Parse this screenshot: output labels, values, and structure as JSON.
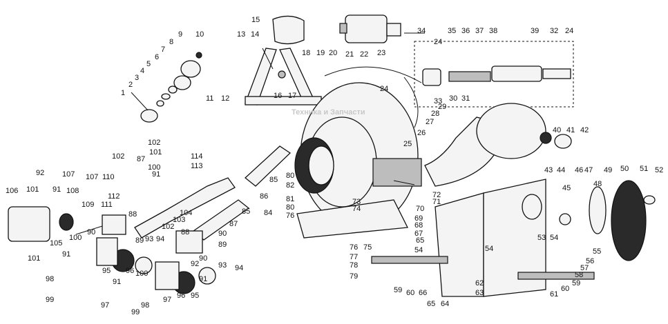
{
  "diagram": {
    "watermark": "Техника и Запчасти",
    "callouts": [
      {
        "id": "c1",
        "text": "1"
      },
      {
        "id": "c2",
        "text": "2"
      },
      {
        "id": "c3",
        "text": "3"
      },
      {
        "id": "c4",
        "text": "4"
      },
      {
        "id": "c5",
        "text": "5"
      },
      {
        "id": "c6",
        "text": "6"
      },
      {
        "id": "c7",
        "text": "7"
      },
      {
        "id": "c8",
        "text": "8"
      },
      {
        "id": "c9",
        "text": "9"
      },
      {
        "id": "c10",
        "text": "10"
      },
      {
        "id": "c11",
        "text": "11"
      },
      {
        "id": "c12",
        "text": "12"
      },
      {
        "id": "c13",
        "text": "13"
      },
      {
        "id": "c14",
        "text": "14"
      },
      {
        "id": "c15",
        "text": "15"
      },
      {
        "id": "c16",
        "text": "16"
      },
      {
        "id": "c17",
        "text": "17"
      },
      {
        "id": "c18",
        "text": "18"
      },
      {
        "id": "c19",
        "text": "19"
      },
      {
        "id": "c20",
        "text": "20"
      },
      {
        "id": "c21",
        "text": "21"
      },
      {
        "id": "c22",
        "text": "22"
      },
      {
        "id": "c23",
        "text": "23"
      },
      {
        "id": "c24a",
        "text": "24"
      },
      {
        "id": "c24b",
        "text": "24"
      },
      {
        "id": "c24c",
        "text": "24"
      },
      {
        "id": "c25",
        "text": "25"
      },
      {
        "id": "c26",
        "text": "26"
      },
      {
        "id": "c27",
        "text": "27"
      },
      {
        "id": "c28",
        "text": "28"
      },
      {
        "id": "c29",
        "text": "29"
      },
      {
        "id": "c30",
        "text": "30"
      },
      {
        "id": "c31",
        "text": "31"
      },
      {
        "id": "c32",
        "text": "32"
      },
      {
        "id": "c33",
        "text": "33"
      },
      {
        "id": "c34",
        "text": "34"
      },
      {
        "id": "c35",
        "text": "35"
      },
      {
        "id": "c36",
        "text": "36"
      },
      {
        "id": "c37",
        "text": "37"
      },
      {
        "id": "c38",
        "text": "38"
      },
      {
        "id": "c39",
        "text": "39"
      },
      {
        "id": "c40",
        "text": "40"
      },
      {
        "id": "c41",
        "text": "41"
      },
      {
        "id": "c42",
        "text": "42"
      },
      {
        "id": "c43",
        "text": "43"
      },
      {
        "id": "c44",
        "text": "44"
      },
      {
        "id": "c45",
        "text": "45"
      },
      {
        "id": "c46",
        "text": "46"
      },
      {
        "id": "c47",
        "text": "47"
      },
      {
        "id": "c48",
        "text": "48"
      },
      {
        "id": "c49",
        "text": "49"
      },
      {
        "id": "c50",
        "text": "50"
      },
      {
        "id": "c51",
        "text": "51"
      },
      {
        "id": "c52",
        "text": "52"
      },
      {
        "id": "c53",
        "text": "53"
      },
      {
        "id": "c54a",
        "text": "54"
      },
      {
        "id": "c54b",
        "text": "54"
      },
      {
        "id": "c54c",
        "text": "54"
      },
      {
        "id": "c55",
        "text": "55"
      },
      {
        "id": "c56",
        "text": "56"
      },
      {
        "id": "c57",
        "text": "57"
      },
      {
        "id": "c58",
        "text": "58"
      },
      {
        "id": "c59a",
        "text": "59"
      },
      {
        "id": "c59b",
        "text": "59"
      },
      {
        "id": "c60a",
        "text": "60"
      },
      {
        "id": "c60b",
        "text": "60"
      },
      {
        "id": "c61",
        "text": "61"
      },
      {
        "id": "c62",
        "text": "62"
      },
      {
        "id": "c63",
        "text": "63"
      },
      {
        "id": "c64",
        "text": "64"
      },
      {
        "id": "c65a",
        "text": "65"
      },
      {
        "id": "c65b",
        "text": "65"
      },
      {
        "id": "c66",
        "text": "66"
      },
      {
        "id": "c67",
        "text": "67"
      },
      {
        "id": "c68",
        "text": "68"
      },
      {
        "id": "c69",
        "text": "69"
      },
      {
        "id": "c70",
        "text": "70"
      },
      {
        "id": "c71",
        "text": "71"
      },
      {
        "id": "c72",
        "text": "72"
      },
      {
        "id": "c73",
        "text": "73"
      },
      {
        "id": "c74",
        "text": "74"
      },
      {
        "id": "c75",
        "text": "75"
      },
      {
        "id": "c76a",
        "text": "76"
      },
      {
        "id": "c76b",
        "text": "76"
      },
      {
        "id": "c77",
        "text": "77"
      },
      {
        "id": "c78",
        "text": "78"
      },
      {
        "id": "c79",
        "text": "79"
      },
      {
        "id": "c80a",
        "text": "80"
      },
      {
        "id": "c80b",
        "text": "80"
      },
      {
        "id": "c81",
        "text": "81"
      },
      {
        "id": "c82",
        "text": "82"
      },
      {
        "id": "c84",
        "text": "84"
      },
      {
        "id": "c85a",
        "text": "85"
      },
      {
        "id": "c85b",
        "text": "85"
      },
      {
        "id": "c86",
        "text": "86"
      },
      {
        "id": "c87a",
        "text": "87"
      },
      {
        "id": "c87b",
        "text": "87"
      },
      {
        "id": "c88a",
        "text": "88"
      },
      {
        "id": "c88b",
        "text": "88"
      },
      {
        "id": "c89a",
        "text": "89"
      },
      {
        "id": "c89b",
        "text": "89"
      },
      {
        "id": "c90a",
        "text": "90"
      },
      {
        "id": "c90b",
        "text": "90"
      },
      {
        "id": "c90c",
        "text": "90"
      },
      {
        "id": "c91a",
        "text": "91"
      },
      {
        "id": "c91b",
        "text": "91"
      },
      {
        "id": "c91c",
        "text": "91"
      },
      {
        "id": "c91d",
        "text": "91"
      },
      {
        "id": "c91e",
        "text": "91"
      },
      {
        "id": "c92a",
        "text": "92"
      },
      {
        "id": "c92b",
        "text": "92"
      },
      {
        "id": "c93a",
        "text": "93"
      },
      {
        "id": "c93b",
        "text": "93"
      },
      {
        "id": "c94a",
        "text": "94"
      },
      {
        "id": "c94b",
        "text": "94"
      },
      {
        "id": "c95a",
        "text": "95"
      },
      {
        "id": "c95b",
        "text": "95"
      },
      {
        "id": "c96a",
        "text": "96"
      },
      {
        "id": "c96b",
        "text": "96"
      },
      {
        "id": "c97a",
        "text": "97"
      },
      {
        "id": "c97b",
        "text": "97"
      },
      {
        "id": "c98a",
        "text": "98"
      },
      {
        "id": "c98b",
        "text": "98"
      },
      {
        "id": "c99a",
        "text": "99"
      },
      {
        "id": "c99b",
        "text": "99"
      },
      {
        "id": "c100a",
        "text": "100"
      },
      {
        "id": "c100b",
        "text": "100"
      },
      {
        "id": "c100c",
        "text": "100"
      },
      {
        "id": "c101a",
        "text": "101"
      },
      {
        "id": "c101b",
        "text": "101"
      },
      {
        "id": "c101c",
        "text": "101"
      },
      {
        "id": "c102a",
        "text": "102"
      },
      {
        "id": "c102b",
        "text": "102"
      },
      {
        "id": "c102c",
        "text": "102"
      },
      {
        "id": "c103",
        "text": "103"
      },
      {
        "id": "c104",
        "text": "104"
      },
      {
        "id": "c105",
        "text": "105"
      },
      {
        "id": "c106",
        "text": "106"
      },
      {
        "id": "c107a",
        "text": "107"
      },
      {
        "id": "c107b",
        "text": "107"
      },
      {
        "id": "c108",
        "text": "108"
      },
      {
        "id": "c109",
        "text": "109"
      },
      {
        "id": "c110",
        "text": "110"
      },
      {
        "id": "c111",
        "text": "111"
      },
      {
        "id": "c112",
        "text": "112"
      },
      {
        "id": "c113",
        "text": "113"
      },
      {
        "id": "c114",
        "text": "114"
      }
    ]
  }
}
